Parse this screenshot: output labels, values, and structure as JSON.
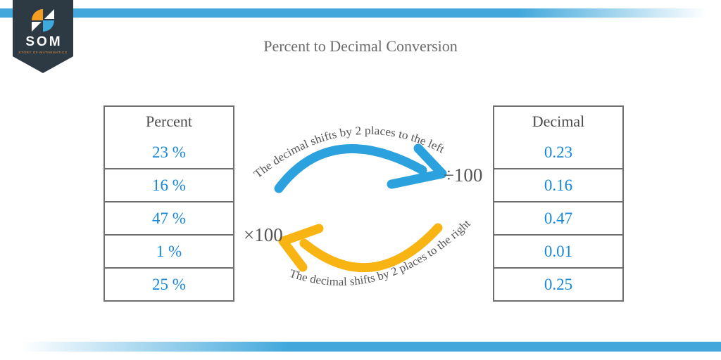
{
  "title": "Percent to Decimal Conversion",
  "logo": {
    "word": "SOM",
    "subtext": "STORY OF MATHEMATICS",
    "banner_color": "#2d3a44",
    "orange": "#f59d20",
    "blue": "#3da9dc"
  },
  "tables": [
    {
      "header": "Percent",
      "rows": [
        "23 %",
        "16 %",
        "47 %",
        "1 %",
        "25 %"
      ]
    },
    {
      "header": "Decimal",
      "rows": [
        "0.23",
        "0.16",
        "0.47",
        "0.01",
        "0.25"
      ]
    }
  ],
  "arrows": {
    "to_decimal": {
      "label": "The decimal shifts by 2 places to the left",
      "operation": "÷100",
      "color": "#2ba1de"
    },
    "to_percent": {
      "label": "The decimal shifts by 2 places to the right",
      "operation": "×100",
      "color": "#f8b413"
    }
  },
  "colors": {
    "accent_bar": "#42a8dc",
    "value_text": "#1787d9",
    "table_border": "#6e6e6e",
    "caption_gray": "#57575a"
  }
}
